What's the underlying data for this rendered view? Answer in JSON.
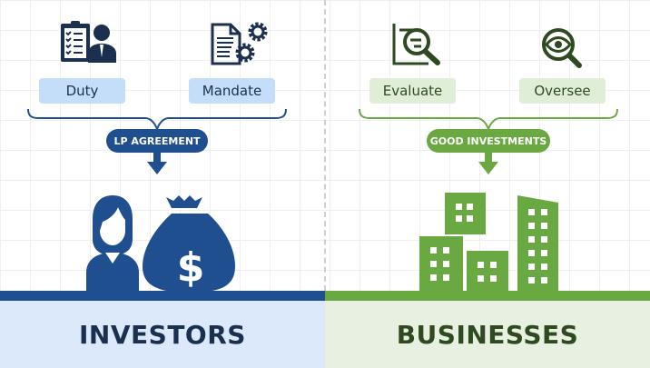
{
  "left": {
    "labels": [
      "Duty",
      "Mandate"
    ],
    "pill": "LP AGREEMENT",
    "title": "INVESTORS",
    "colors": {
      "primary": "#1f4f8e",
      "icon": "#1b2f4f",
      "label_bg": "#c4ddf9",
      "band": "#dbe9fb"
    }
  },
  "right": {
    "labels": [
      "Evaluate",
      "Oversee"
    ],
    "pill": "GOOD INVESTMENTS",
    "title": "BUSINESSES",
    "colors": {
      "primary": "#6aa842",
      "icon": "#2f4a22",
      "label_bg": "#e1eed7",
      "band": "#e8f1e1"
    }
  }
}
